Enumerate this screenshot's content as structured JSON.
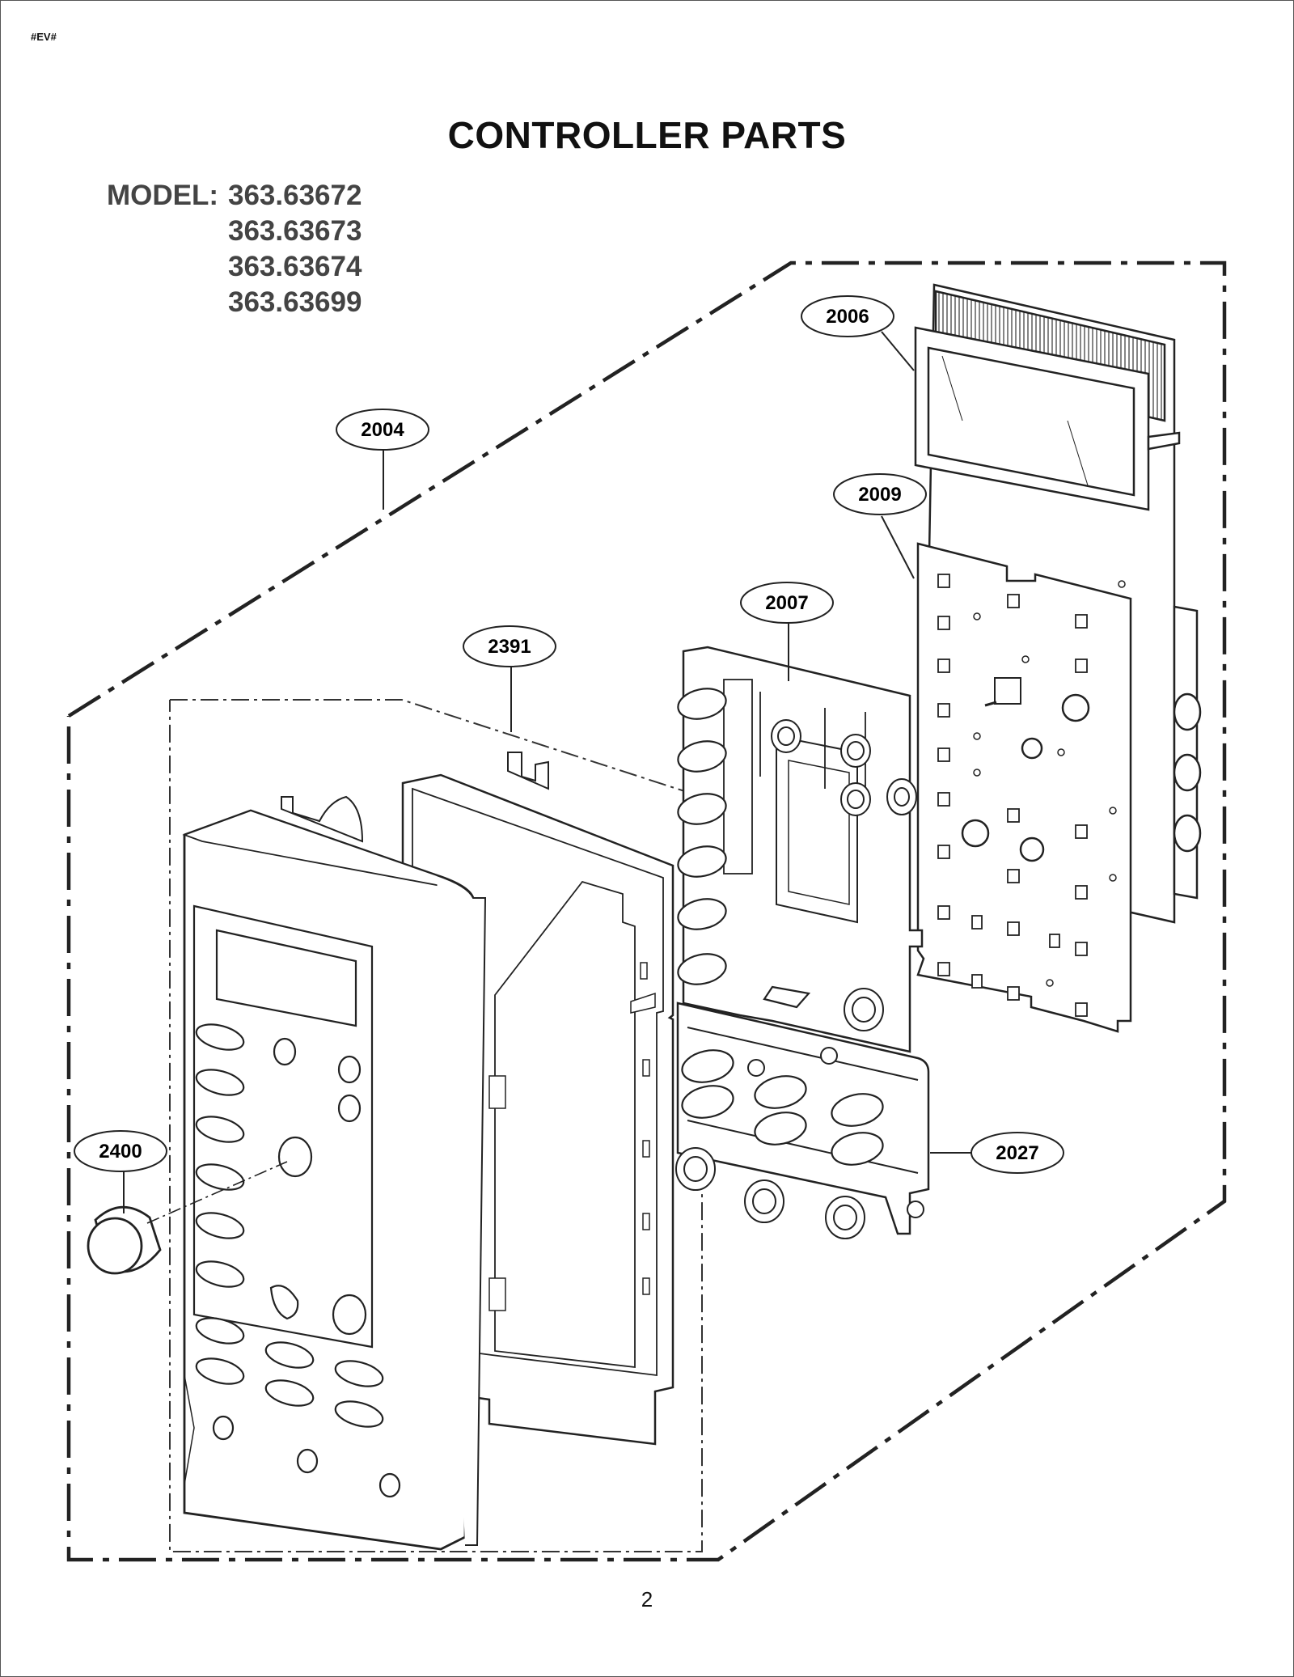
{
  "doc_code": "#EV#",
  "title": "CONTROLLER PARTS",
  "model": {
    "label": "MODEL:",
    "numbers": [
      "363.63672",
      "363.63673",
      "363.63674",
      "363.63699"
    ]
  },
  "callouts": {
    "c2004": "2004",
    "c2006": "2006",
    "c2009": "2009",
    "c2007": "2007",
    "c2391": "2391",
    "c2400": "2400",
    "c2027": "2027"
  },
  "page_number": "2"
}
